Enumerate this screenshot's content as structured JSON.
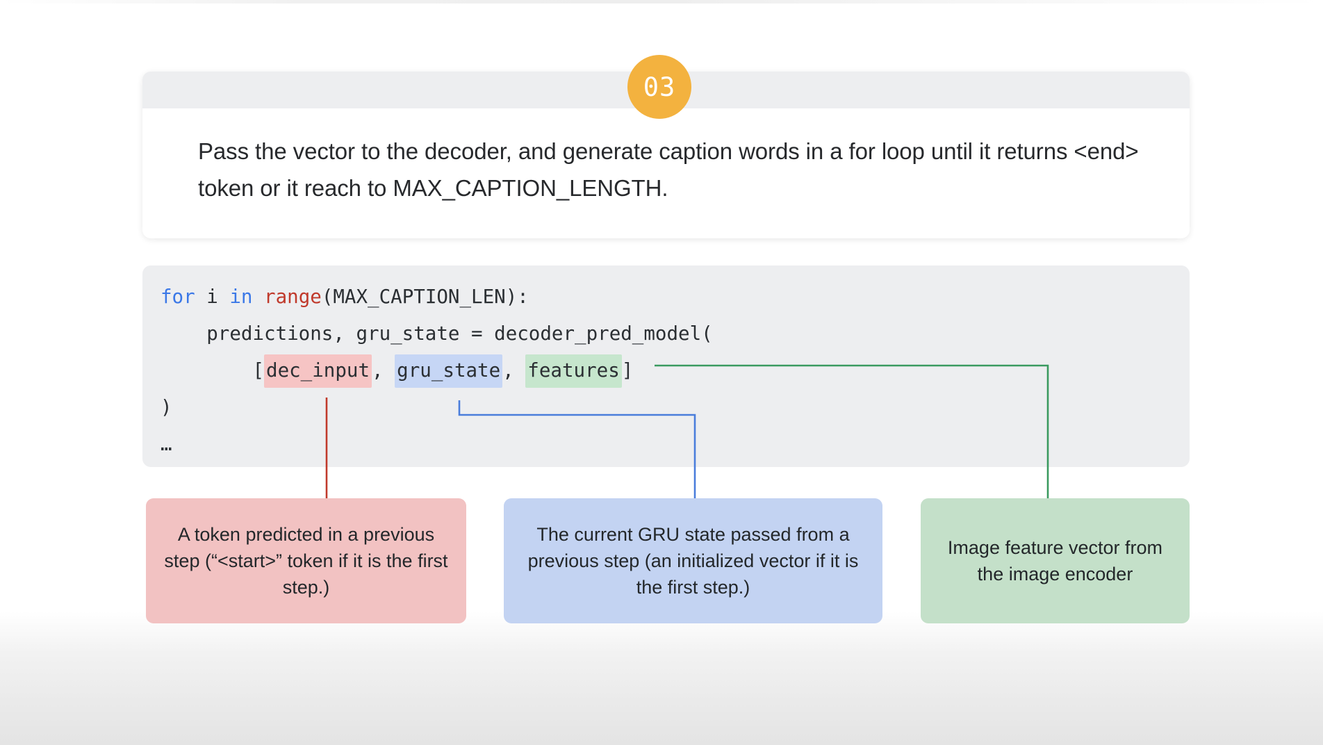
{
  "slide": {
    "step_number": "03",
    "headline": "Pass the vector to the decoder, and generate caption words in a for loop until it returns <end> token or it reach to MAX_CAPTION_LENGTH.",
    "accent_color": "#f3b23f"
  },
  "code": {
    "line1": {
      "kw_for": "for",
      "var_i": " i ",
      "kw_in": "in",
      "fn_range": " range",
      "rest": "(MAX_CAPTION_LEN):"
    },
    "line2": "    predictions, gru_state = decoder_pred_model(",
    "line3": {
      "indent": "        ",
      "bracket_open": "[",
      "token_red": "dec_input",
      "sep1": ", ",
      "token_blue": "gru_state",
      "sep2": ", ",
      "token_green": "features",
      "bracket_close": "]"
    },
    "line4": ")",
    "line5": "…"
  },
  "notes": [
    {
      "id": "dec-input",
      "text": "A token predicted in a previous step (“<start>” token if it is the first step.)",
      "color": "#f2c2c2",
      "line_color": "#c0392b"
    },
    {
      "id": "gru-state",
      "text": "The current GRU state passed from a previous step (an initialized vector if it is the first step.)",
      "color": "#c3d3f2",
      "line_color": "#4a7ddb"
    },
    {
      "id": "features",
      "text": "Image feature vector from the image encoder",
      "color": "#c4e0c9",
      "line_color": "#3a9a5f"
    }
  ]
}
